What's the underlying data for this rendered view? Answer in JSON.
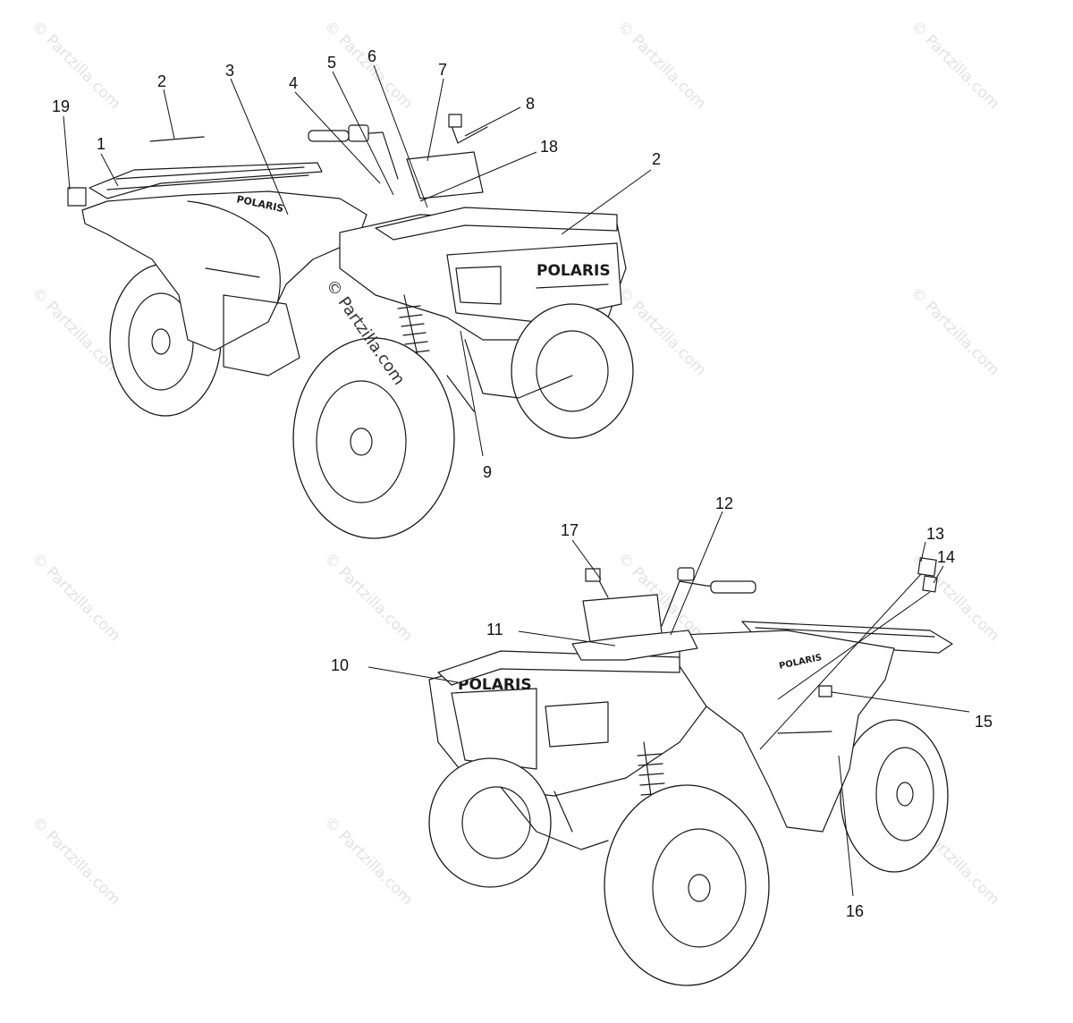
{
  "watermarks": {
    "faint_text": "© Partzilla.com",
    "center_text": "© Partzilla.com"
  },
  "brand": {
    "logo_text": "POLARIS",
    "fender_text": "POLARIS"
  },
  "callouts": {
    "c1": "1",
    "c2a": "2",
    "c2b": "2",
    "c3": "3",
    "c4": "4",
    "c5": "5",
    "c6": "6",
    "c7": "7",
    "c8": "8",
    "c9": "9",
    "c10": "10",
    "c11": "11",
    "c12": "12",
    "c13": "13",
    "c14": "14",
    "c15": "15",
    "c16": "16",
    "c17": "17",
    "c18": "18",
    "c19": "19"
  },
  "colors": {
    "ink": "#1a1a1a",
    "watermark": "#e2e2e2",
    "background": "#ffffff"
  }
}
